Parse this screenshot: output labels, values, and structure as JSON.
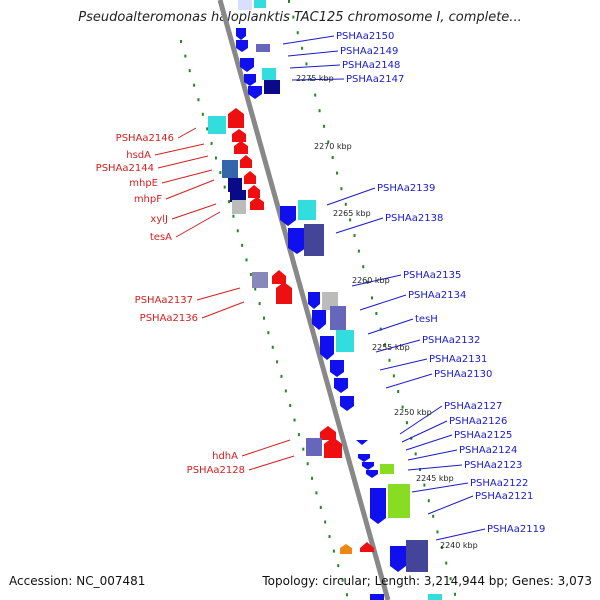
{
  "title": "Pseudoalteromonas haloplanktis TAC125 chromosome I, complete...",
  "footer": {
    "accession": "Accession: NC_007481",
    "topology": "Topology: circular; Length: 3,214,944 bp; Genes: 3,073"
  },
  "colors": {
    "forward": "#1010ee",
    "reverse": "#ee1010",
    "cyan": "#33dddd",
    "navy": "#0a0a88",
    "slate": "#6666bb",
    "gray": "#bbbbbb",
    "green": "#88dd22",
    "orange": "#ee8811",
    "backbone": "#888888",
    "ticks": "#228822"
  },
  "scale_labels": [
    "2275 kbp",
    "2270 kbp",
    "2265 kbp",
    "2260 kbp",
    "2255 kbp",
    "2250 kbp",
    "2245 kbp",
    "2240 kbp"
  ],
  "forward_labels": [
    "PSHAa2150",
    "PSHAa2149",
    "PSHAa2148",
    "PSHAa2147",
    "PSHAa2139",
    "PSHAa2138",
    "PSHAa2135",
    "PSHAa2134",
    "tesH",
    "PSHAa2132",
    "PSHAa2131",
    "PSHAa2130",
    "PSHAa2127",
    "PSHAa2126",
    "PSHAa2125",
    "PSHAa2124",
    "PSHAa2123",
    "PSHAa2122",
    "PSHAa2121",
    "PSHAa2119"
  ],
  "reverse_labels": [
    "PSHAa2146",
    "hsdA",
    "PSHAa2144",
    "mhpE",
    "mhpF",
    "xylJ",
    "tesA",
    "PSHAa2137",
    "PSHAa2136",
    "hdhA",
    "PSHAa2128"
  ]
}
